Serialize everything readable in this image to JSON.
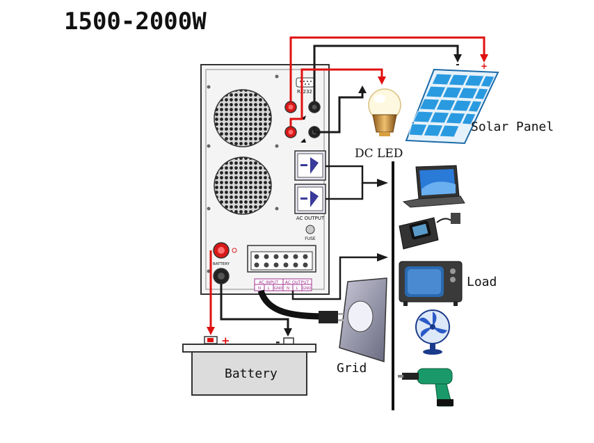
{
  "title": "1500-2000W",
  "labels": {
    "solar_panel": "Solar Panel",
    "dc_led": "DC LED",
    "load": "Load",
    "battery": "Battery",
    "grid": "Grid"
  },
  "inverter": {
    "rs232": "Rs232",
    "ac_output": "AC OUTPUT",
    "fuse": "FUSE",
    "battery_port": "BATTERY",
    "ac_input": "AC INPUT",
    "terminal_ac_output": "AC OUTPUT",
    "terminals": [
      "N",
      "L",
      "GND",
      "N",
      "L",
      "GND"
    ]
  },
  "polarity": {
    "positive": "+",
    "negative": "-"
  },
  "colors": {
    "positive_wire": "#e01010",
    "negative_wire": "#1a1a1a",
    "panel_cell": "#2a9ae0"
  }
}
